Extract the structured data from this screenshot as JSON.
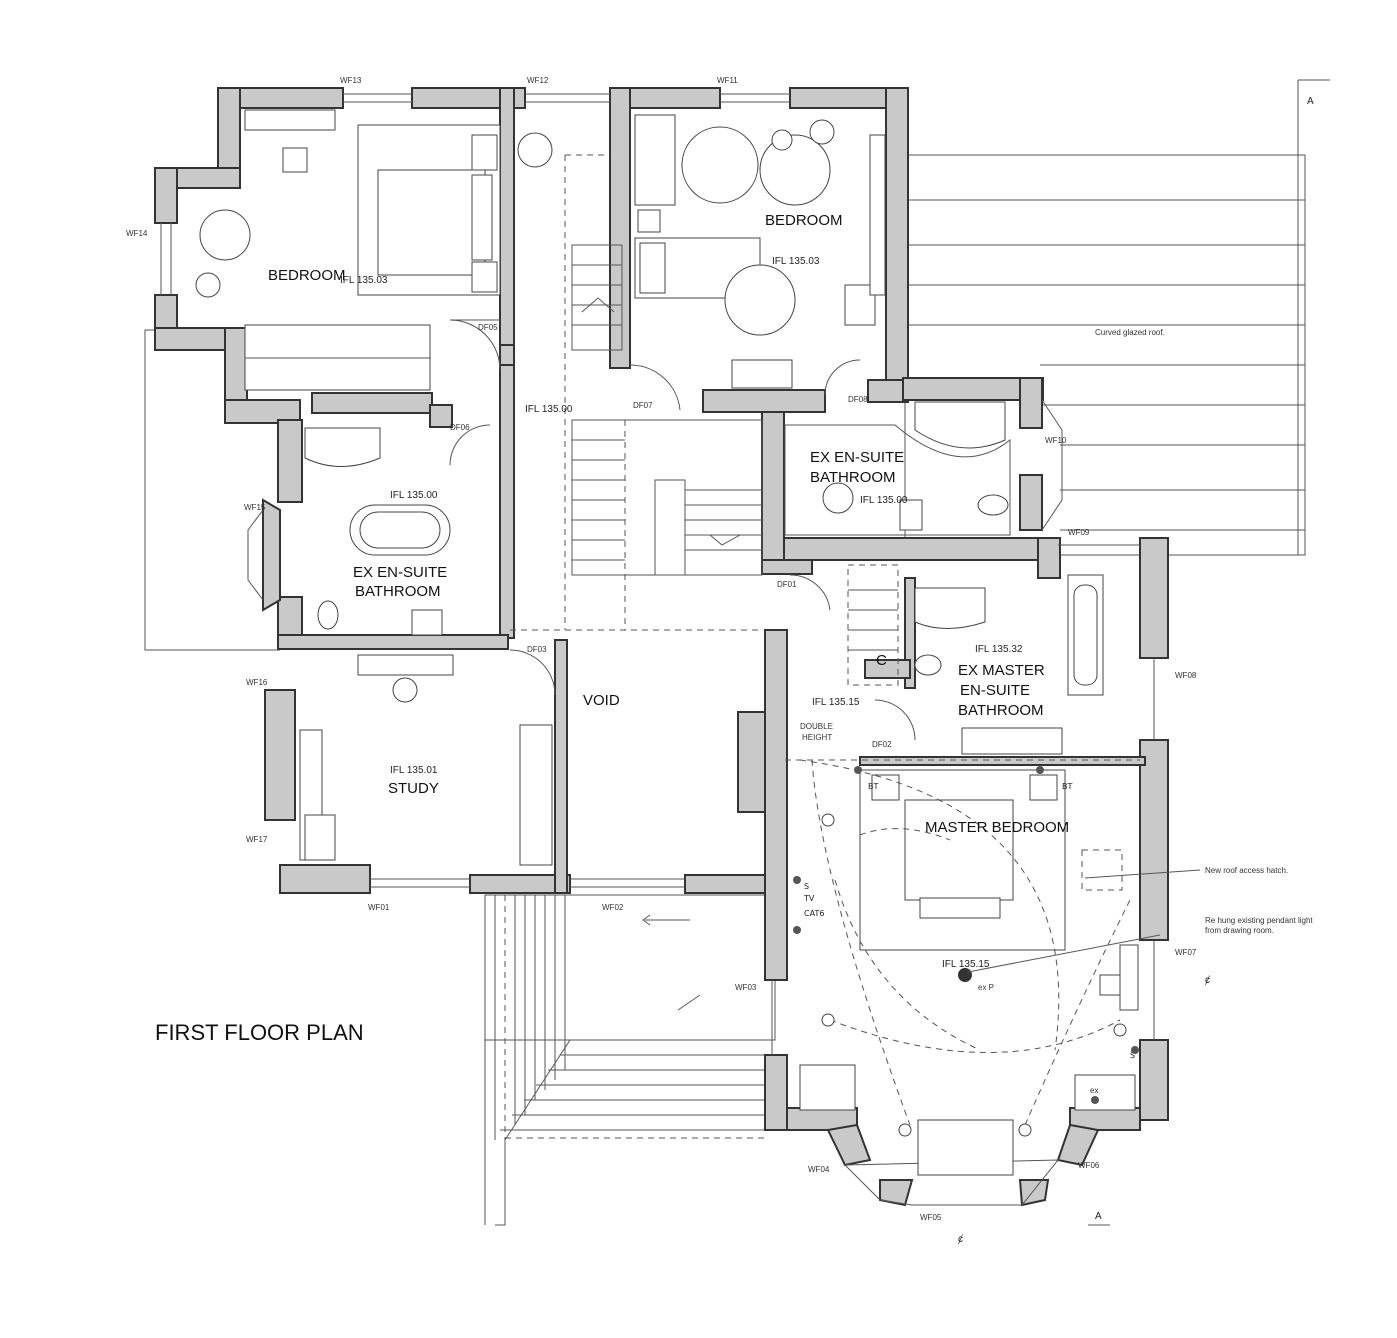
{
  "title": "FIRST FLOOR PLAN",
  "rooms": {
    "bedroom_west": "BEDROOM",
    "bedroom_west_ifl": "IFL 135.03",
    "bedroom_east": "BEDROOM",
    "bedroom_east_ifl": "IFL 135.03",
    "landing_ifl": "IFL 135.00",
    "ensuite_west_l1": "EX EN-SUITE",
    "ensuite_west_l2": "BATHROOM",
    "ensuite_west_ifl": "IFL 135.00",
    "ensuite_east_l1": "EX EN-SUITE",
    "ensuite_east_l2": "BATHROOM",
    "ensuite_east_ifl": "IFL 135.00",
    "study": "STUDY",
    "study_ifl": "IFL 135.01",
    "void": "VOID",
    "master_ensuite_l1": "EX MASTER",
    "master_ensuite_l2": "EN-SUITE",
    "master_ensuite_l3": "BATHROOM",
    "master_ensuite_ifl": "IFL 135.32",
    "hall_ifl": "IFL 135.15",
    "double_height_l1": "DOUBLE",
    "double_height_l2": "HEIGHT",
    "master_bedroom": "MASTER BEDROOM",
    "master_bedroom_ifl": "IFL 135.15",
    "cupboard": "C"
  },
  "windows": [
    "WF13",
    "WF12",
    "WF11",
    "WF14",
    "WF15",
    "WF16",
    "WF17",
    "WF01",
    "WF02",
    "WF03",
    "WF04",
    "WF05",
    "WF06",
    "WF07",
    "WF08",
    "WF09",
    "WF10"
  ],
  "doors": [
    "DF05",
    "DF06",
    "DF07",
    "DF08",
    "DF03",
    "DF01",
    "DF02"
  ],
  "notes": {
    "roof": "Curved glazed roof.",
    "hatch": "New roof access hatch.",
    "pendant_l1": "Re hung existing pendant light",
    "pendant_l2": "from drawing room.",
    "ex_p": "ex P",
    "ex": "ex",
    "section": "A",
    "section_2": "A",
    "centerline": "ȼ",
    "centerline_2": "ȼ"
  },
  "symbols": {
    "s": "S",
    "tv": "TV",
    "cat6": "CAT6",
    "bt": "BT",
    "bt_2": "BT",
    "s_2": "S"
  }
}
